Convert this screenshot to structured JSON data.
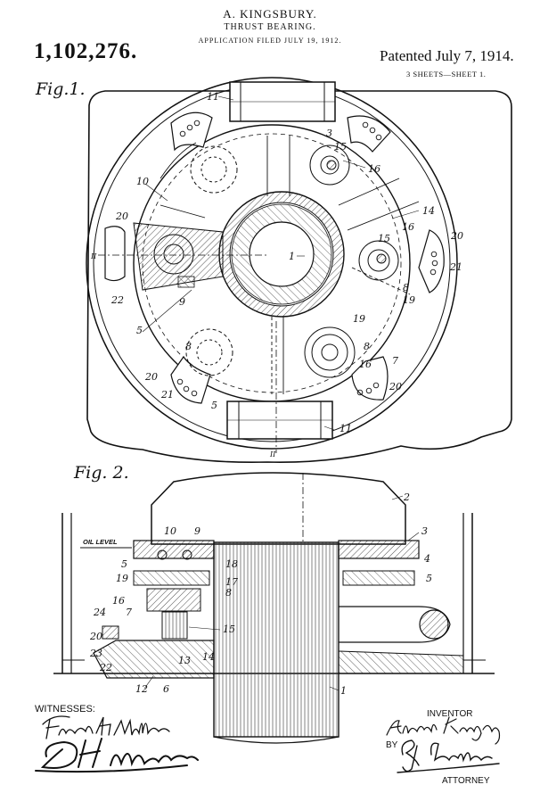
{
  "header": {
    "inventor_name": "A. KINGSBURY.",
    "subtitle": "THRUST BEARING.",
    "application_line": "APPLICATION FILED JULY 19, 1912.",
    "patent_number": "1,102,276.",
    "patented_date": "Patented July 7, 1914.",
    "sheets": "3 SHEETS—SHEET 1."
  },
  "figures": {
    "fig1": {
      "label": "Fig.1.",
      "section_mark": "II",
      "callouts": [
        "11",
        "3",
        "15",
        "16",
        "10",
        "14",
        "20",
        "16",
        "20",
        "1",
        "15",
        "21",
        "22",
        "9",
        "8",
        "19",
        "5",
        "19",
        "8",
        "8",
        "7",
        "16",
        "20",
        "20",
        "21",
        "5",
        "11"
      ]
    },
    "fig2": {
      "label": "Fig. 2.",
      "oil_level": "OIL LEVEL",
      "callouts": [
        "2",
        "10",
        "9",
        "3",
        "4",
        "5",
        "18",
        "19",
        "17",
        "8",
        "5",
        "16",
        "7",
        "24",
        "15",
        "20",
        "23",
        "13",
        "14",
        "22",
        "12",
        "6",
        "1"
      ]
    }
  },
  "footer": {
    "witnesses_label": "WITNESSES:",
    "witness_signatures": [
      "Fred H. Miller",
      "D. H. Mace"
    ],
    "inventor_label": "INVENTOR",
    "inventor_signature": "Albert Kingsbury",
    "by_label": "BY",
    "attorney_signature": "R. J. Barlow",
    "attorney_label": "ATTORNEY"
  }
}
